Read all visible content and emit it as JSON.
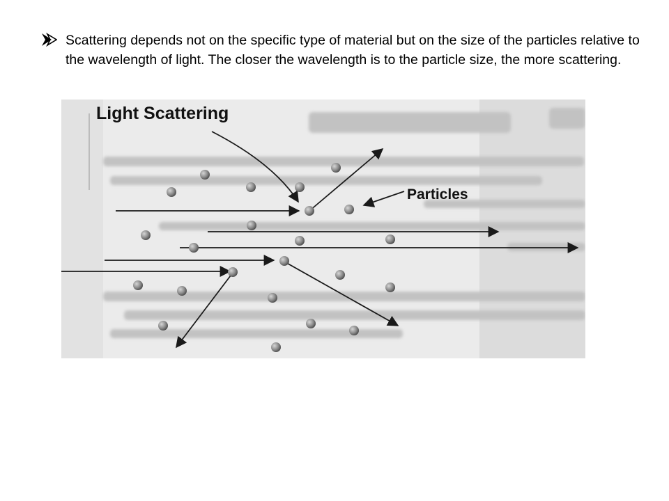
{
  "bullet": {
    "text": "Scattering depends not on the specific type of material but on the size of the particles relative to the wavelength of light. The closer the wavelength is to the particle size, the more scattering.",
    "icon": "arrow-bullet-icon"
  },
  "figure": {
    "title": "Light Scattering",
    "particles_label": "Particles"
  },
  "colors": {
    "text": "#000000",
    "figure_background": "#e9e9e9",
    "line": "#1a1a1a",
    "particle": "#8a8a8a"
  }
}
